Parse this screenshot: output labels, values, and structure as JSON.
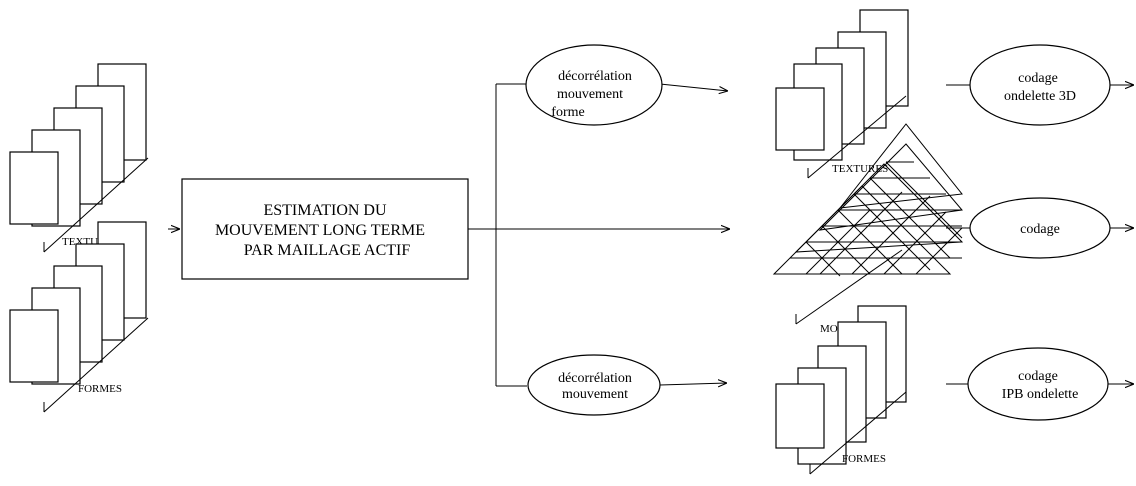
{
  "estimation_box": {
    "lines": [
      "ESTIMATION DU",
      "MOUVEMENT  LONG TERME",
      "PAR MAILLAGE ACTIF"
    ]
  },
  "decorrelation_top": {
    "lines": [
      "décorrélation",
      "mouvement",
      "forme"
    ]
  },
  "decorrelation_bottom": {
    "lines": [
      "décorrélation",
      "mouvement"
    ]
  },
  "coding_top": {
    "lines": [
      "codage",
      "ondelette 3D"
    ]
  },
  "coding_middle": {
    "lines": [
      "codage"
    ]
  },
  "coding_bottom": {
    "lines": [
      "codage",
      "IPB ondelette"
    ]
  },
  "stack_labels": {
    "input_textures": "TEXTURES",
    "input_formes": "FORMES",
    "output_textures": "TEXTURES",
    "output_mouvements": "MOUVEMENTS",
    "output_formes": "FORMES"
  }
}
